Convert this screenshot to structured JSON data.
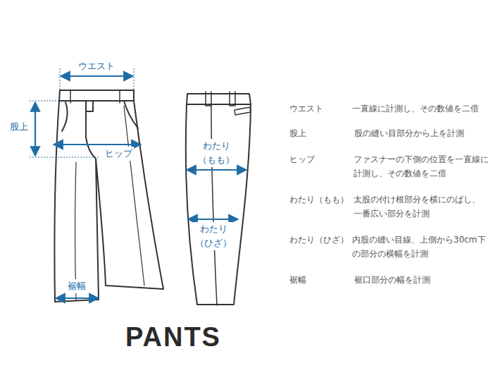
{
  "diagram": {
    "labels": [
      "ウエスト",
      "股上",
      "ヒップ",
      "わたり （もも）",
      "わたり （ひざ）",
      "裾幅",
      "PANTS",
      "ウエスト",
      "一直線に計測し、その数値を二倍",
      "股上",
      "股の縫い目部分から上を計測",
      "ヒップ",
      "ファスナーの下側の位置を一直線に 計測し、その数値を二倍",
      "わたり（もも）",
      "太股の付け根部分を横にのばし、 一番広い部分を計測",
      "わたり（ひざ）",
      "内股の縫い目線、上側から30cm下 の部分の横幅を計測",
      "裾幅",
      "裾口部分の幅を計測"
    ]
  }
}
